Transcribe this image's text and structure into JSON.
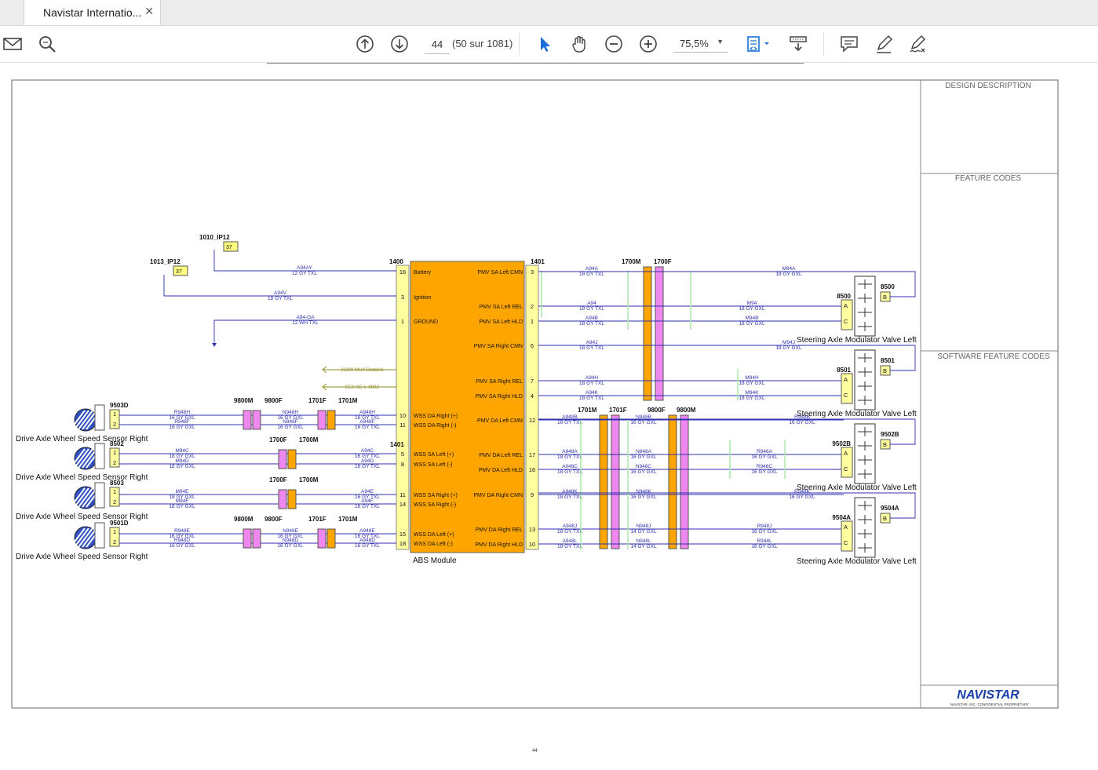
{
  "tab": {
    "title": "Navistar Internatio...",
    "close": "✕"
  },
  "toolbar": {
    "page_current": "44",
    "page_total": "(50 sur 1081)",
    "zoom": "75,5%",
    "zoom_caret": "▼"
  },
  "diagram": {
    "side_panel": {
      "design_description": "DESIGN DESCRIPTION",
      "feature_codes": "FEATURE CODES",
      "software_feature_codes": "SOFTWARE FEATURE CODES",
      "logo_text": "NAVISTAR",
      "logo_sub": "NAVISTAR, INC. CONFIDENTIAL PROPRIETARY"
    },
    "abs": {
      "label": "ABS Module",
      "left_connector": "1400",
      "right_connector": "1401",
      "left_connector_2": "1401",
      "left_pins": [
        {
          "pin": "16",
          "name": "Battery"
        },
        {
          "pin": "3",
          "name": "Ignition"
        },
        {
          "pin": "1",
          "name": "GROUND"
        },
        {
          "pin": "10",
          "name": "WSS DA Right (+)"
        },
        {
          "pin": "11",
          "name": "WSS DA Right (-)"
        },
        {
          "pin": "5",
          "name": "WSS SA Left (+)"
        },
        {
          "pin": "8",
          "name": "WSS SA Left (-)"
        },
        {
          "pin": "11",
          "name": "WSS SA Right (+)"
        },
        {
          "pin": "14",
          "name": "WSS SA Right (-)"
        },
        {
          "pin": "15",
          "name": "WSS DA Left (+)"
        },
        {
          "pin": "18",
          "name": "WSS DA Left (-)"
        }
      ],
      "right_pins": [
        {
          "pin": "3",
          "name": "PMV SA Left CMN"
        },
        {
          "pin": "2",
          "name": "PMV SA Left REL"
        },
        {
          "pin": "1",
          "name": "PMV SA Left HLD"
        },
        {
          "pin": "6",
          "name": "PMV SA Right CMN"
        },
        {
          "pin": "7",
          "name": "PMV SA Right REL"
        },
        {
          "pin": "4",
          "name": "PMV SA Right HLD"
        },
        {
          "pin": "12",
          "name": "PMV DA Left CMN"
        },
        {
          "pin": "17",
          "name": "PMV DA Left REL"
        },
        {
          "pin": "16",
          "name": "PMV DA Left HLD"
        },
        {
          "pin": "9",
          "name": "PMV DA Right CMN"
        },
        {
          "pin": "13",
          "name": "PMV DA Right REL"
        },
        {
          "pin": "10",
          "name": "PMV DA Right HLD"
        }
      ]
    },
    "fuses": [
      {
        "id": "1010_IP12",
        "pin": "37"
      },
      {
        "id": "1013_IP12",
        "pin": "37"
      }
    ],
    "power_wires": [
      {
        "id": "A94AY",
        "spec": "12 GY TXL"
      },
      {
        "id": "A94V",
        "spec": "18 GY TXL"
      },
      {
        "id": "A94-GA",
        "spec": "12 WH TXL"
      }
    ],
    "datalinks": [
      "J1939 MUX Datalink",
      "EES-SE-L-0002"
    ],
    "sensors": [
      {
        "conn": "9503D",
        "label": "Drive Axle Wheel Speed Sensor Right"
      },
      {
        "conn": "8502",
        "label": "Drive Axle Wheel Speed Sensor Right"
      },
      {
        "conn": "8503",
        "label": "Drive Axle Wheel Speed Sensor Right"
      },
      {
        "conn": "9501D",
        "label": "Drive Axle Wheel Speed Sensor Right"
      }
    ],
    "valves": [
      {
        "conn": "8500",
        "conn_b": "8500",
        "label": "Steering Axle Modulator Valve Left"
      },
      {
        "conn": "8501",
        "conn_b": "8501",
        "label": "Steering Axle Modulator Valve Left"
      },
      {
        "conn": "9502B",
        "conn_b": "9502B",
        "label": "Steering Axle Modulator Valve Left"
      },
      {
        "conn": "9504A",
        "conn_b": "9504A",
        "label": "Steering Axle Modulator Valve Left"
      }
    ],
    "inline_connectors": {
      "c1700M": "1700M",
      "c1700F": "1700F",
      "c1701M": "1701M",
      "c1701F": "1701F",
      "c9800M": "9800M",
      "c9800F": "9800F"
    },
    "wire_labels": {
      "right_upper": [
        {
          "id": "A94A",
          "spec": "18 GY TXL",
          "id2": "M94A",
          "spec2": "18 GY GXL"
        },
        {
          "id": "A94",
          "spec": "18 GY TXL",
          "id2": "M94",
          "spec2": "18 GY GXL"
        },
        {
          "id": "A94B",
          "spec": "18 GY TXL",
          "id2": "M94B",
          "spec2": "18 GY GXL"
        },
        {
          "id": "A94J",
          "spec": "18 GY TXL",
          "id2": "M94J",
          "spec2": "18 GY GXL"
        },
        {
          "id": "A94H",
          "spec": "18 GY TXL",
          "id2": "M94H",
          "spec2": "18 GY GXL"
        },
        {
          "id": "A94K",
          "spec": "18 GY TXL",
          "id2": "M94K",
          "spec2": "18 GY GXL"
        }
      ],
      "right_lower": [
        {
          "id": "A948B",
          "spec": "18 GY TXL",
          "id2": "N948B",
          "spec2": "16 GY GXL",
          "id3": "R948B",
          "spec3": "16 GY GXL"
        },
        {
          "id": "A948A",
          "spec": "18 GY TXL",
          "id2": "N948A",
          "spec2": "16 GY GXL",
          "id3": "R948A",
          "spec3": "16 GY GXL"
        },
        {
          "id": "A948C",
          "spec": "18 GY TXL",
          "id2": "N948C",
          "spec2": "16 GY GXL",
          "id3": "R948C",
          "spec3": "16 GY GXL"
        },
        {
          "id": "A948K",
          "spec": "18 GY TXL",
          "id2": "N948K",
          "spec2": "16 GY GXL",
          "id3": "R948K",
          "spec3": "16 GY GXL"
        },
        {
          "id": "A948J",
          "spec": "18 GY TXL",
          "id2": "N948J",
          "spec2": "14 GY GXL",
          "id3": "R948J",
          "spec3": "16 GY GXL"
        },
        {
          "id": "A948L",
          "spec": "18 GY TXL",
          "id2": "N948L",
          "spec2": "14 GY GXL",
          "id3": "R948L",
          "spec3": "16 GY GXL"
        }
      ],
      "left": [
        {
          "id": "R948H",
          "spec": "16 GY GXL",
          "id2": "N948H",
          "spec2": "16 GY GXL",
          "id3": "A948H",
          "spec3": "16 GY TXL"
        },
        {
          "id": "R948F",
          "spec": "16 GY GXL",
          "id2": "N948F",
          "spec2": "16 GY GXL",
          "id3": "A948F",
          "spec3": "16 GY TXL"
        },
        {
          "id": "M94C",
          "spec": "18 GY GXL",
          "id3": "A94C",
          "spec3": "16 GY TXL"
        },
        {
          "id": "M94D",
          "spec": "18 GY GXL",
          "id3": "A94D",
          "spec3": "16 GY TXL"
        },
        {
          "id": "M94E",
          "spec": "18 GY GXL",
          "id3": "A94E",
          "spec3": "16 GY TXL"
        },
        {
          "id": "M94F",
          "spec": "18 GY GXL",
          "id3": "A94F",
          "spec3": "16 GY TXL"
        },
        {
          "id": "R948E",
          "spec": "16 GY GXL",
          "id2": "N948E",
          "spec2": "16 GY GXL",
          "id3": "A948E",
          "spec3": "16 GY TXL"
        },
        {
          "id": "R948D",
          "spec": "16 GY GXL",
          "id2": "N948D",
          "spec2": "16 GY GXL",
          "id3": "A948D",
          "spec3": "16 GY TXL"
        }
      ]
    },
    "page_number": "44"
  }
}
